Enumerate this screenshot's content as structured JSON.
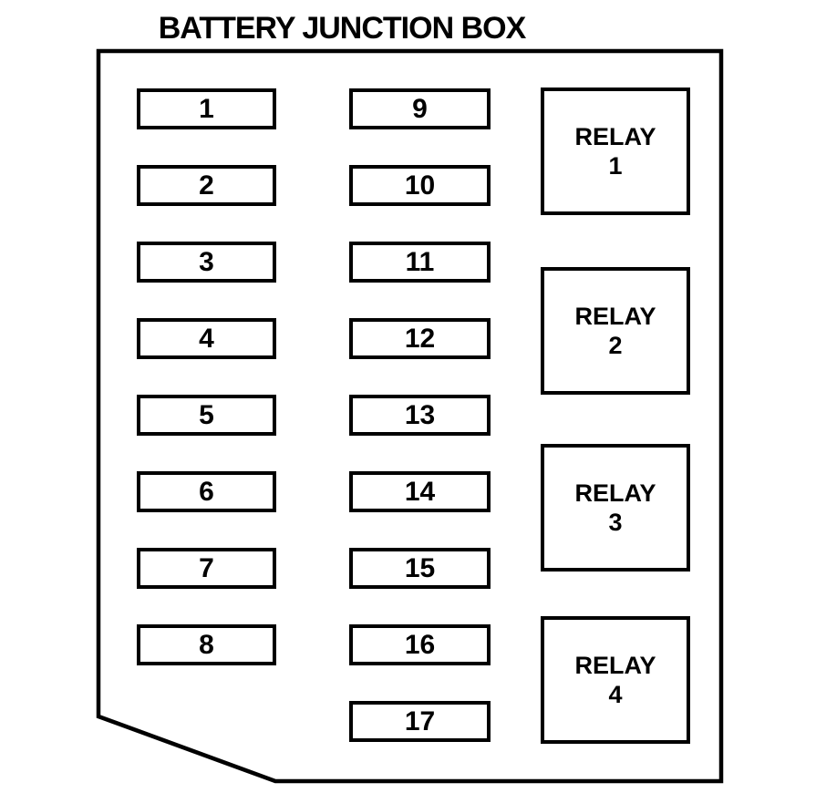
{
  "title": "BATTERY JUNCTION BOX",
  "colors": {
    "line": "#000000",
    "background": "#ffffff"
  },
  "fuses": {
    "left_column": [
      "1",
      "2",
      "3",
      "4",
      "5",
      "6",
      "7",
      "8"
    ],
    "middle_column": [
      "9",
      "10",
      "11",
      "12",
      "13",
      "14",
      "15",
      "16",
      "17"
    ]
  },
  "relays": [
    {
      "label": "RELAY",
      "number": "1"
    },
    {
      "label": "RELAY",
      "number": "2"
    },
    {
      "label": "RELAY",
      "number": "3"
    },
    {
      "label": "RELAY",
      "number": "4"
    }
  ]
}
